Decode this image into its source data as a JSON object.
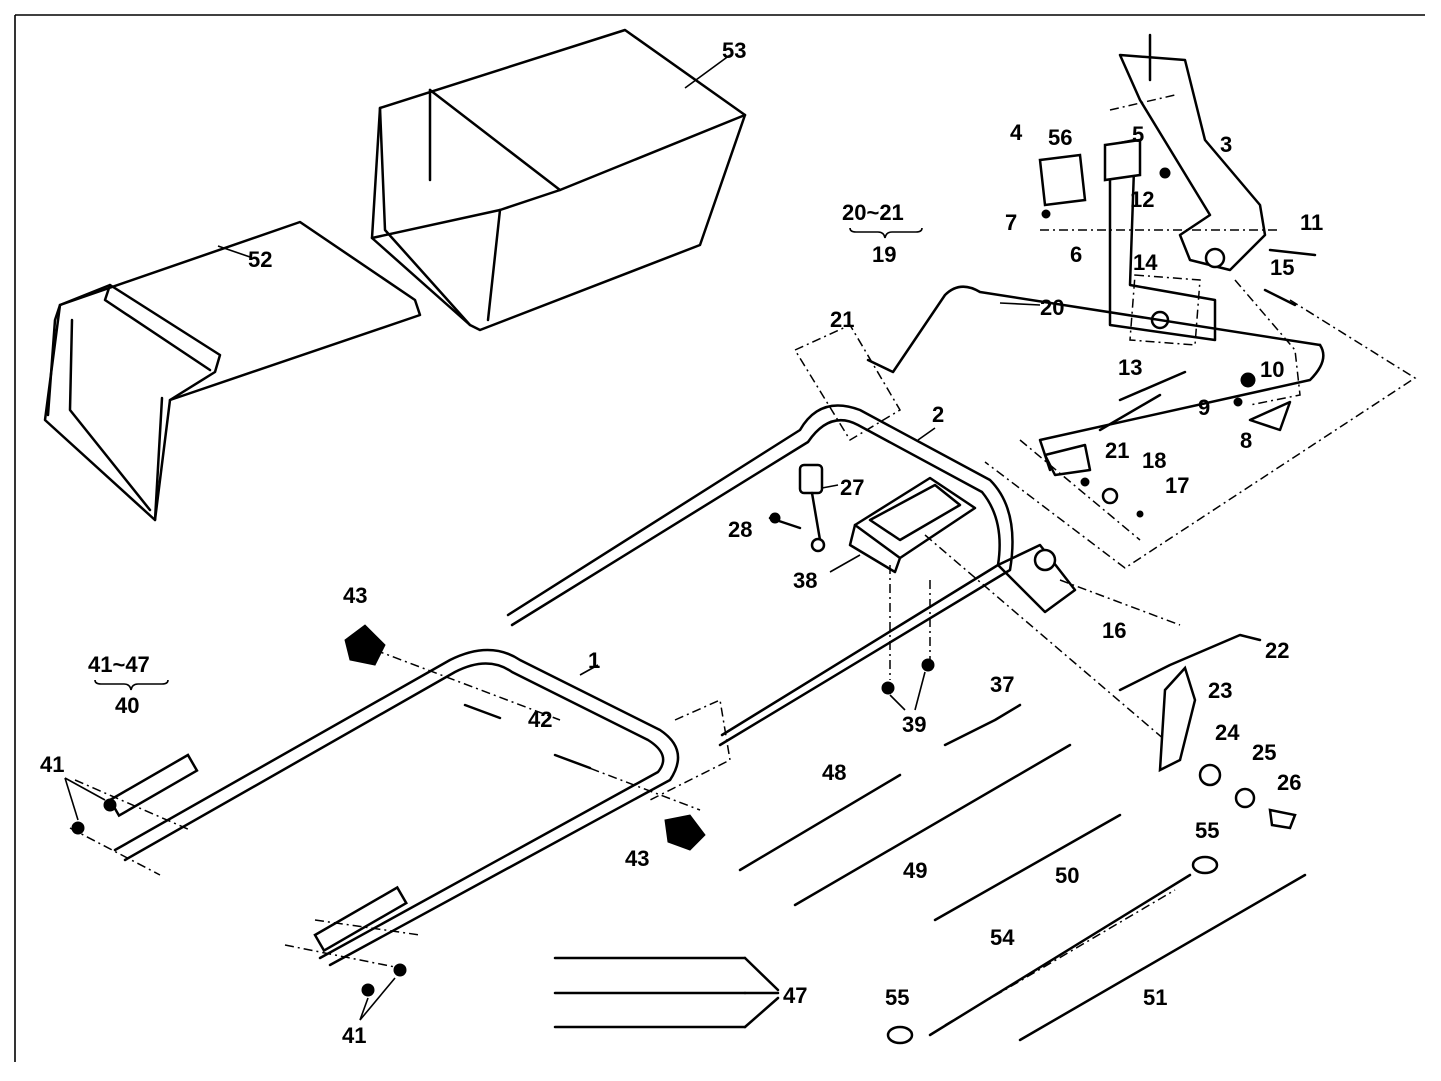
{
  "labels": {
    "p1": "1",
    "p2": "2",
    "p3": "3",
    "p4": "4",
    "p5": "5",
    "p6": "6",
    "p7": "7",
    "p8": "8",
    "p9": "9",
    "p10": "10",
    "p11": "11",
    "p12": "12",
    "p13": "13",
    "p14": "14",
    "p15": "15",
    "p16": "16",
    "p17": "17",
    "p18": "18",
    "p19": "19",
    "p20": "20",
    "p20_21": "20~21",
    "p21a": "21",
    "p21b": "21",
    "p22": "22",
    "p23": "23",
    "p24": "24",
    "p25": "25",
    "p26": "26",
    "p27": "27",
    "p28": "28",
    "p37": "37",
    "p38": "38",
    "p39": "39",
    "p40": "40",
    "p41_47": "41~47",
    "p41a": "41",
    "p41b": "41",
    "p42": "42",
    "p43a": "43",
    "p43b": "43",
    "p47": "47",
    "p48": "48",
    "p49": "49",
    "p50": "50",
    "p51": "51",
    "p52": "52",
    "p53": "53",
    "p54": "54",
    "p55a": "55",
    "p55b": "55",
    "p56": "56"
  }
}
